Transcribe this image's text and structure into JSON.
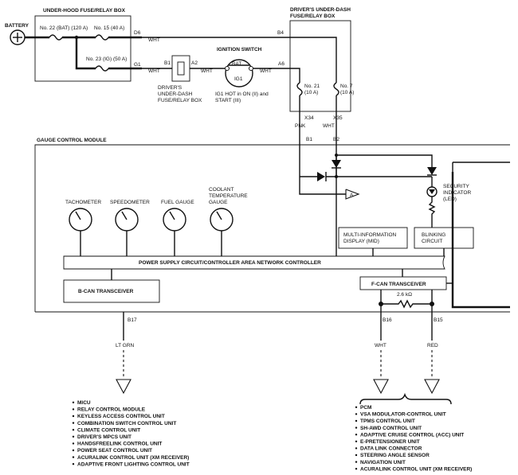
{
  "battery": "BATTERY",
  "underhood_box": "UNDER-HOOD FUSE/RELAY BOX",
  "fuse_22": "No. 22 (BAT) (120 A)",
  "fuse_15": "No. 15 (40 A)",
  "fuse_23": "No. 23 (IG) (50 A)",
  "pin_d6": "D6",
  "pin_g1": "G1",
  "pin_b1": "B1",
  "pin_a2": "A2",
  "pin_a6": "A6",
  "pin_b4": "B4",
  "wht": "WHT",
  "drivers_box_top_1": "DRIVER'S UNDER-DASH",
  "drivers_box_top_2": "FUSE/RELAY BOX",
  "drivers_box_bl_1": "DRIVER'S",
  "drivers_box_bl_2": "UNDER-DASH",
  "drivers_box_bl_3": "FUSE/RELAY BOX",
  "ign_switch": "IGNITION SWITCH",
  "ign_bat": "BAT",
  "ign_ig1": "IG1",
  "ign_note_1": "IG1 HOT in ON (II) and",
  "ign_note_2": "START (III)",
  "fuse_21_a": "No. 21",
  "fuse_21_b": "(10 A)",
  "fuse_7_a": "No. 7",
  "fuse_7_b": "(10 A)",
  "pin_x34": "X34",
  "pin_x35": "X35",
  "pnk": "PNK",
  "gcm": "GAUGE CONTROL MODULE",
  "pin_gb1": "B1",
  "pin_gb2": "B2",
  "conn_a": "A",
  "security_1": "SECURITY",
  "security_2": "INDICATOR",
  "security_3": "(LED)",
  "tach": "TACHOMETER",
  "speedo": "SPEEDOMETER",
  "fuel": "FUEL GAUGE",
  "coolant_1": "COOLANT",
  "coolant_2": "TEMPERATURE",
  "coolant_3": "GAUGE",
  "mid_1": "MULTI-INFORMATION",
  "mid_2": "DISPLAY (MID)",
  "blink_1": "BLINKING",
  "blink_2": "CIRCUIT",
  "power_bus": "POWER SUPPLY CIRCUIT/CONTROLLER AREA NETWORK CONTROLLER",
  "bcan": "B-CAN TRANSCEIVER",
  "fcan": "F-CAN TRANSCEIVER",
  "resistor": "2.6 kΩ",
  "pin_b17": "B17",
  "pin_b16": "B16",
  "pin_b15": "B15",
  "lt_grn": "LT GRN",
  "red": "RED",
  "bcan_list": [
    "MICU",
    "RELAY CONTROL MODULE",
    "KEYLESS ACCESS CONTROL UNIT",
    "COMBINATION SWITCH CONTROL UNIT",
    "CLIMATE CONTROL UNIT",
    "DRIVER'S MPCS UNIT",
    "HANDSFREELINK CONTROL UNIT",
    "POWER SEAT CONTROL UNIT",
    "ACURALINK CONTROL UNIT (XM RECEIVER)",
    "ADAPTIVE FRONT LIGHTING CONTROL UNIT"
  ],
  "fcan_list": [
    "PCM",
    "VSA MODULATOR-CONTROL UNIT",
    "TPMS CONTROL UNIT",
    "SH-AWD CONTROL UNIT",
    "ADAPTIVE CRUISE CONTROL (ACC) UNIT",
    "E-PRETENSIONER UNIT",
    "DATA LINK CONNECTOR",
    "STEERING ANGLE SENSOR",
    "NAVIGATION UNIT",
    "ACURALINK CONTROL UNIT (XM RECEIVER)"
  ]
}
